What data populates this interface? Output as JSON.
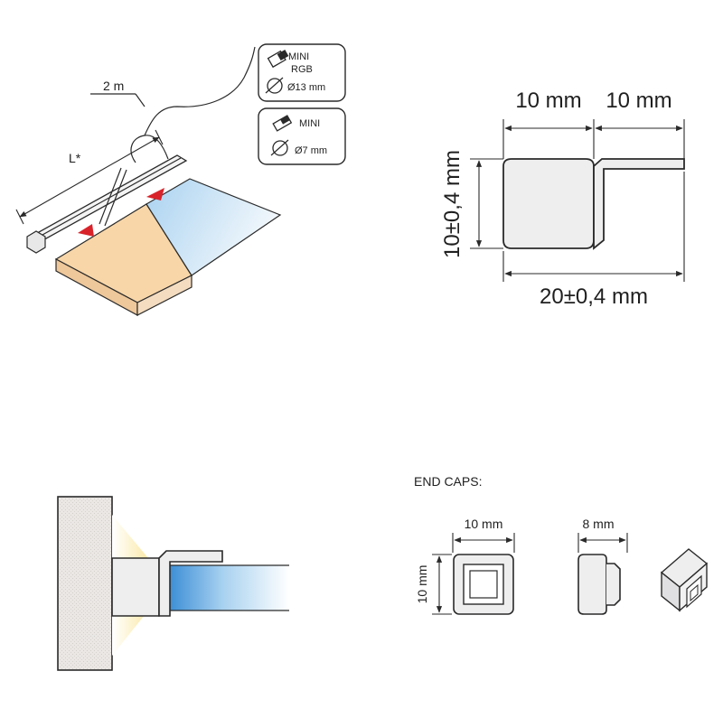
{
  "colors": {
    "outline": "#2a2a2a",
    "profile_fill": "#eeeeef",
    "warm_light": "#f8d6a8",
    "cool_light": "#a9d2f0",
    "led_glow": "#fbe9a8",
    "arrow_red": "#d9232a",
    "wall_fill": "#eae7e4"
  },
  "installation": {
    "cable_length_label": "2 m",
    "profile_length_label": "L*"
  },
  "connectors": [
    {
      "line1": "MINI",
      "line2": "RGB",
      "diameter": "Ø13 mm",
      "icon": "rgb-plug-icon"
    },
    {
      "line1": "MINI",
      "line2": "",
      "diameter": "Ø7 mm",
      "icon": "mini-plug-icon"
    }
  ],
  "cross_section": {
    "top_left_width": "10 mm",
    "top_right_width": "10 mm",
    "height": "10±0,4 mm",
    "total_width": "20±0,4 mm"
  },
  "end_caps": {
    "heading": "END CAPS:",
    "front_width": "10 mm",
    "front_height": "10 mm",
    "side_width": "8 mm"
  }
}
